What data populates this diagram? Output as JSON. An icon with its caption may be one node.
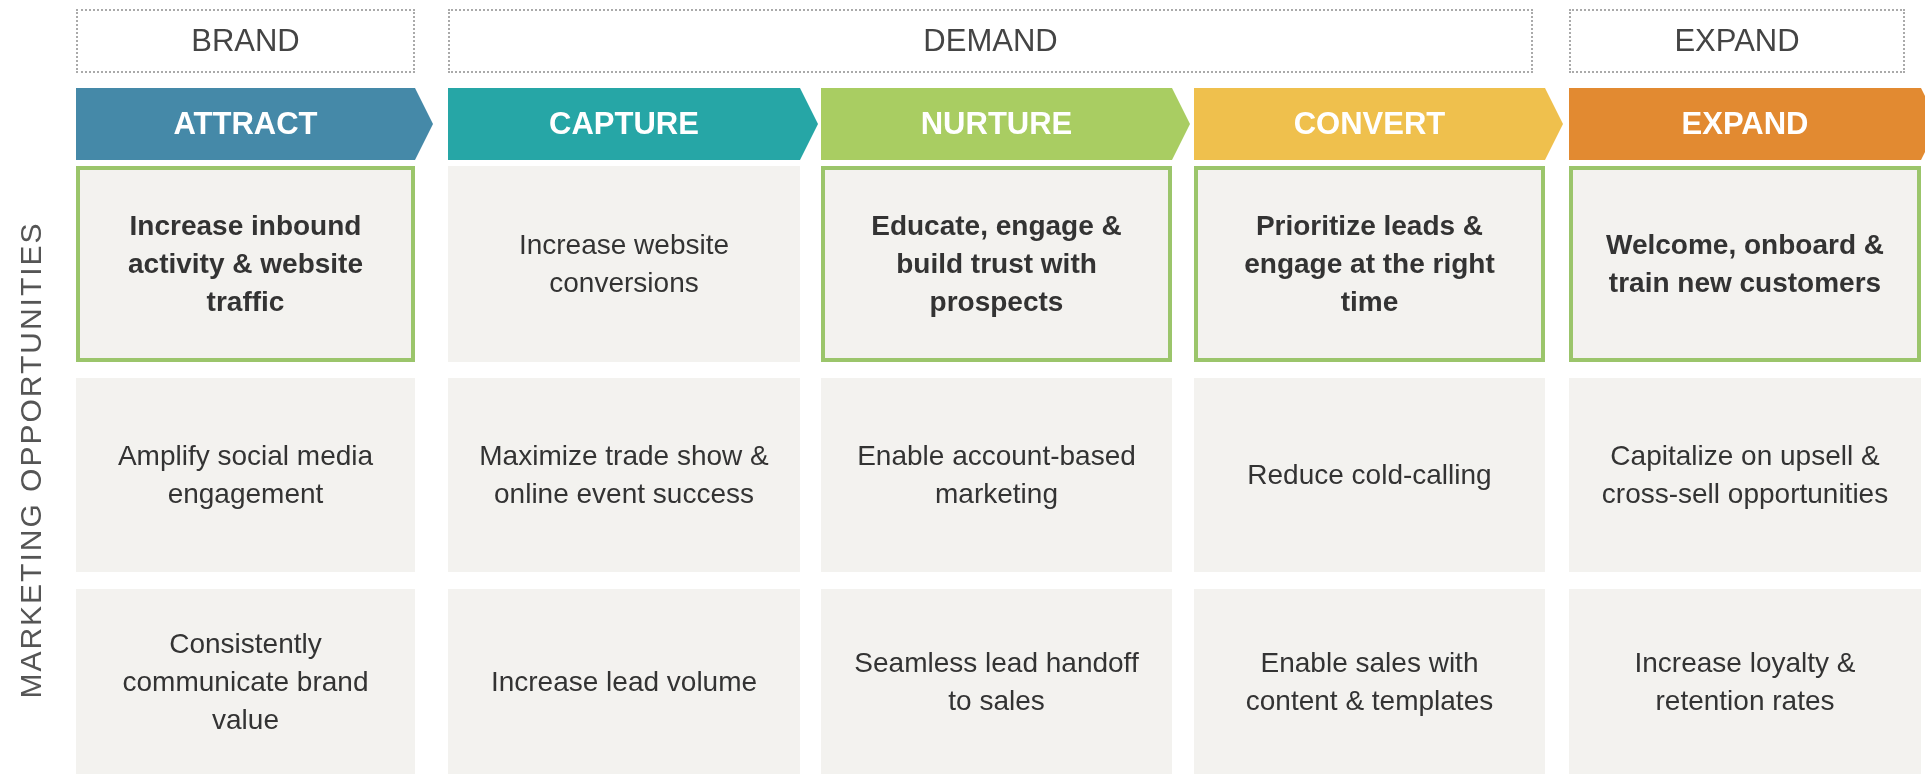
{
  "diagram": {
    "nodes": [
      {
        "text": [
          "BRAND"
        ]
      },
      {
        "text": [
          "DEMAND"
        ]
      },
      {
        "text": [
          "EXPAND"
        ]
      },
      {
        "text": [
          "ATTRACT"
        ]
      },
      {
        "text": [
          "CAPTURE"
        ]
      },
      {
        "text": [
          "NURTURE"
        ]
      },
      {
        "text": [
          "CONVERT"
        ]
      },
      {
        "text": [
          "EXPAND"
        ]
      },
      {
        "text": [
          "Increase inbound activity & website traffic"
        ]
      },
      {
        "text": [
          "Increase website conversions"
        ]
      },
      {
        "text": [
          "Educate, engage & build trust with prospects"
        ]
      },
      {
        "text": [
          "Prioritize leads & engage at the right time"
        ]
      },
      {
        "text": [
          "Welcome, onboard & train new customers"
        ]
      },
      {
        "text": [
          "Amplify social media engagement"
        ]
      },
      {
        "text": [
          "Maximize trade show & online event success"
        ]
      },
      {
        "text": [
          "Enable account-based marketing"
        ]
      },
      {
        "text": [
          "Reduce cold-calling"
        ]
      },
      {
        "text": [
          "Capitalize on upsell & cross-sell opportunities"
        ]
      },
      {
        "text": [
          "Consistently communicate brand value"
        ]
      },
      {
        "text": [
          "Increase lead volume"
        ]
      },
      {
        "text": [
          "Seamless lead handoff to sales"
        ]
      },
      {
        "text": [
          "Enable sales with content & templates"
        ]
      },
      {
        "text": [
          "Increase loyalty & retention rates"
        ]
      }
    ],
    "labels": [
      "MARKETING OPPORTUNITIES"
    ]
  }
}
